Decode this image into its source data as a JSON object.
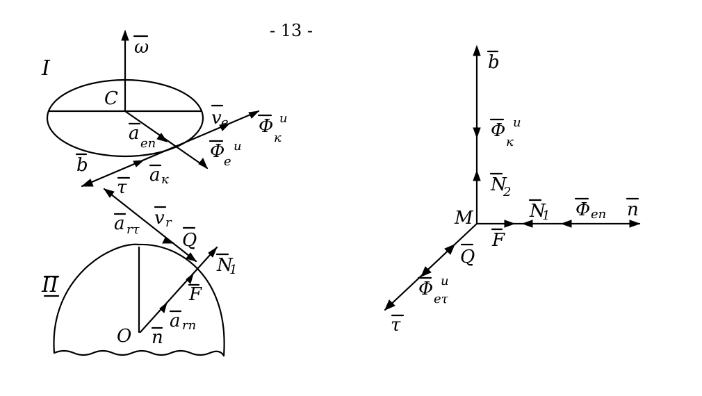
{
  "page_number": "- 13 -",
  "left_diagram": {
    "region_I_label": "I",
    "region_II_label": "II",
    "point_C": "C",
    "point_O": "O",
    "omega": "ω",
    "v_e": "v",
    "v_e_sub": "e",
    "Phi_k": "Φ",
    "Phi_k_sup": "u",
    "Phi_k_sub": "к",
    "a_en": "a",
    "a_en_sub": "en",
    "Phi_e": "Φ",
    "Phi_e_sup": "u",
    "Phi_e_sub": "e",
    "b": "b",
    "a_k": "a",
    "a_k_sub": "к",
    "tau": "τ",
    "v_r": "v",
    "v_r_sub": "r",
    "a_rt": "a",
    "a_rt_sub": "rτ",
    "Q": "Q",
    "N1": "N",
    "N1_sub": "1",
    "F": "F",
    "a_rn": "a",
    "a_rn_sub": "rn",
    "n": "n"
  },
  "right_diagram": {
    "point_M": "M",
    "b": "b",
    "Phi_k": "Φ",
    "Phi_k_sup": "u",
    "Phi_k_sub": "к",
    "N2": "N",
    "N2_sub": "2",
    "N1": "N",
    "N1_sub": "1",
    "Phi_en": "Φ",
    "Phi_en_sub": "en",
    "n": "n",
    "F": "F",
    "Q": "Q",
    "Phi_et": "Φ",
    "Phi_et_sup": "u",
    "Phi_et_sub": "eτ",
    "tau": "τ"
  }
}
